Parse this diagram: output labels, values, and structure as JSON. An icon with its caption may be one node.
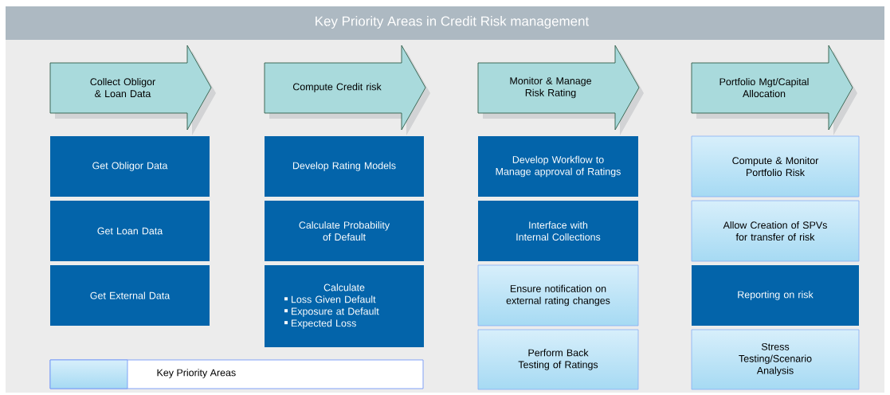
{
  "diagram": {
    "title": "Key Priority Areas in Credit Risk management",
    "nodes": [
      {
        "text": [
          "Collect Obligor & Loan Data"
        ]
      },
      {
        "text": [
          "Get Obligor Data"
        ]
      },
      {
        "text": [
          "Get Loan Data"
        ]
      },
      {
        "text": [
          "Get External Data"
        ]
      },
      {
        "text": [
          "Compute Credit risk"
        ]
      },
      {
        "text": [
          "Develop Rating Models"
        ]
      },
      {
        "text": [
          "Calculate Probability of Default"
        ]
      },
      {
        "text": [
          "Calculate",
          "Loss Given Default",
          "Exposure at Default",
          "Expected Loss"
        ]
      },
      {
        "text": [
          "Monitor & Manage Risk Rating"
        ]
      },
      {
        "text": [
          "Develop Workflow to Manage approval of Ratings"
        ]
      },
      {
        "text": [
          "Interface with Internal Collections"
        ]
      },
      {
        "text": [
          "Ensure notification on external rating changes"
        ]
      },
      {
        "text": [
          "Perform Back Testing of Ratings"
        ]
      },
      {
        "text": [
          "Portfolio Mgt/Capital Allocation"
        ]
      },
      {
        "text": [
          "Compute & Monitor Portfolio Risk"
        ]
      },
      {
        "text": [
          "Allow Creation of SPVs for transfer of risk"
        ]
      },
      {
        "text": [
          "Reporting on risk"
        ]
      },
      {
        "text": [
          "Stress Testing/Scenario Analysis"
        ]
      }
    ],
    "legend": [
      {
        "text": "Key Priority Areas",
        "color": "#a6daf3"
      }
    ]
  }
}
